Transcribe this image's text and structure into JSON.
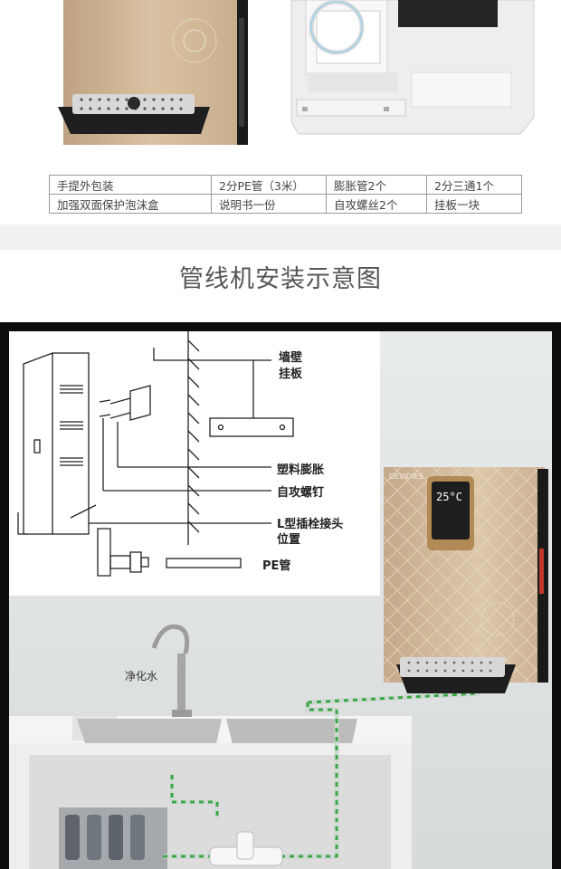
{
  "package_table": [
    [
      "手提外包装",
      "2分PE管（3米）",
      "膨胀管2个",
      "2分三通1个"
    ],
    [
      "加强双面保护泡沫盒",
      "说明书一份",
      "自攻螺丝2个",
      "挂板一块"
    ]
  ],
  "section_title": "管线机安装示意图",
  "labels": {
    "wall": "墙壁",
    "hanging_plate": "挂板",
    "plastic_expansion": "塑料膨胀",
    "self_tapping_screw": "自攻螺钉",
    "l_plug_line1": "L型插栓接头",
    "l_plug_line2": "位置",
    "pe_pipe": "PE管",
    "purified_water": "净化水"
  },
  "device": {
    "brand": "DEVIDIES",
    "display_temp": "25°C"
  },
  "colors": {
    "gold_panel": "#cdb392",
    "frame_black": "#0d0d0d",
    "pipe_green": "#3aa845"
  }
}
